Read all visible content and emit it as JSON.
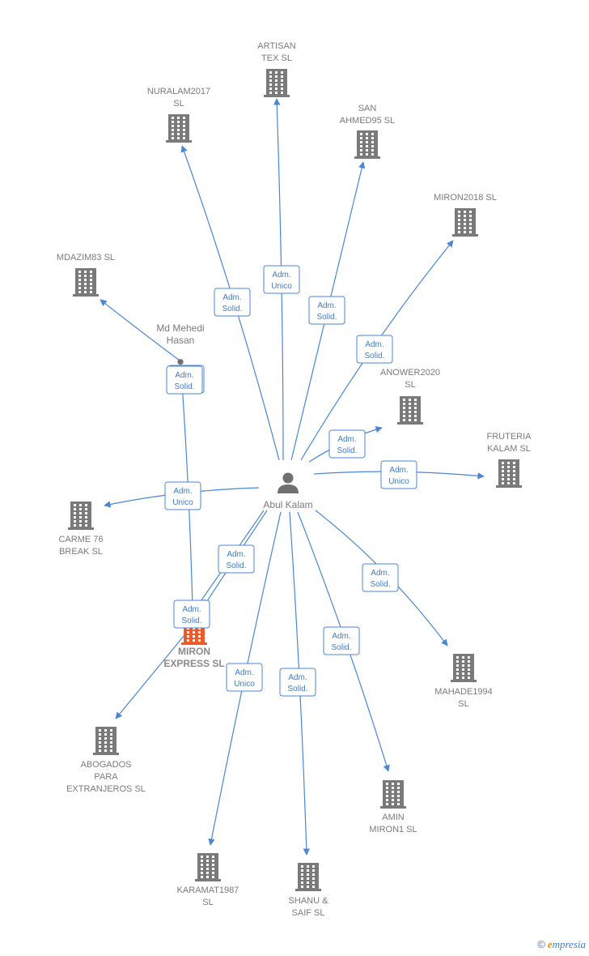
{
  "colors": {
    "edge": "#4a86d6",
    "building": "#7a7a7a",
    "main_building": "#f05a28",
    "person": "#6f6f6f"
  },
  "brand": {
    "copyright": "©",
    "initial": "e",
    "rest": "mpresia"
  },
  "nodes": [
    {
      "id": "artisan",
      "type": "company",
      "lines": [
        "ARTISAN",
        "TEX  SL"
      ]
    },
    {
      "id": "nuralam",
      "type": "company",
      "lines": [
        "NURALAM2017",
        "SL"
      ]
    },
    {
      "id": "sanahmed",
      "type": "company",
      "lines": [
        "SAN",
        "AHMED95  SL"
      ]
    },
    {
      "id": "miron2018",
      "type": "company",
      "lines": [
        "MIRON2018  SL"
      ]
    },
    {
      "id": "mdazim",
      "type": "company",
      "lines": [
        "MDAZIM83  SL"
      ]
    },
    {
      "id": "mdmehedi",
      "type": "person",
      "lines": [
        "Md Mehedi",
        "Hasan"
      ]
    },
    {
      "id": "anower",
      "type": "company",
      "lines": [
        "ANOWER2020",
        "SL"
      ]
    },
    {
      "id": "fruteria",
      "type": "company",
      "lines": [
        "FRUTERIA",
        "KALAM  SL"
      ]
    },
    {
      "id": "abul",
      "type": "person",
      "lines": [
        "Abul Kalam"
      ]
    },
    {
      "id": "carme",
      "type": "company",
      "lines": [
        "CARME 76",
        "BREAK  SL"
      ]
    },
    {
      "id": "miron",
      "type": "main",
      "lines": [
        "MIRON",
        "EXPRESS  SL"
      ]
    },
    {
      "id": "mahade",
      "type": "company",
      "lines": [
        "MAHADE1994",
        "SL"
      ]
    },
    {
      "id": "abogados",
      "type": "company",
      "lines": [
        "ABOGADOS",
        "PARA",
        "EXTRANJEROS SL"
      ]
    },
    {
      "id": "amin",
      "type": "company",
      "lines": [
        "AMIN",
        "MIRON1  SL"
      ]
    },
    {
      "id": "karamat",
      "type": "company",
      "lines": [
        "KARAMAT1987",
        "SL"
      ]
    },
    {
      "id": "shanu",
      "type": "company",
      "lines": [
        "SHANU &",
        "SAIF  SL"
      ]
    }
  ],
  "edges": [
    {
      "from": "abul",
      "to": "artisan",
      "role": [
        "Adm.",
        "Unico"
      ]
    },
    {
      "from": "abul",
      "to": "nuralam",
      "role": [
        "Adm.",
        "Solid."
      ]
    },
    {
      "from": "abul",
      "to": "sanahmed",
      "role": [
        "Adm.",
        "Solid."
      ]
    },
    {
      "from": "abul",
      "to": "miron2018",
      "role": [
        "Adm.",
        "Solid."
      ]
    },
    {
      "from": "mdmehedi",
      "to": "mdazim",
      "role": [
        "Adm.",
        "Solid."
      ]
    },
    {
      "from": "abul",
      "to": "anower",
      "role": [
        "Adm.",
        "Solid."
      ]
    },
    {
      "from": "abul",
      "to": "fruteria",
      "role": [
        "Adm.",
        "Unico"
      ]
    },
    {
      "from": "abul",
      "to": "carme",
      "role": [
        "Adm.",
        "Unico"
      ]
    },
    {
      "from": "abul",
      "to": "miron",
      "role": [
        "Adm.",
        "Solid."
      ]
    },
    {
      "from": "mdmehedi",
      "to": "miron",
      "role": [
        "Adm.",
        "Solid."
      ]
    },
    {
      "from": "abul",
      "to": "mahade",
      "role": [
        "Adm.",
        "Solid."
      ]
    },
    {
      "from": "miron",
      "to": "abogados",
      "role": [
        "Adm.",
        "Solid."
      ]
    },
    {
      "from": "abul",
      "to": "amin",
      "role": [
        "Adm.",
        "Solid."
      ]
    },
    {
      "from": "abul",
      "to": "karamat",
      "role": [
        "Adm.",
        "Unico"
      ]
    },
    {
      "from": "abul",
      "to": "shanu",
      "role": [
        "Adm.",
        "Solid."
      ]
    }
  ]
}
